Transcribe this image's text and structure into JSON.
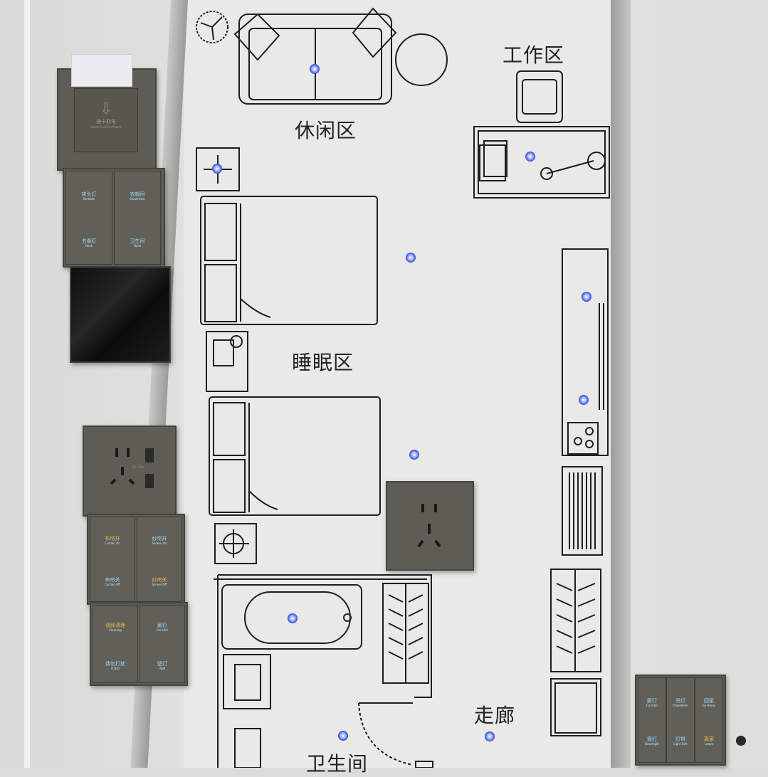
{
  "areas": {
    "leisure": "休闲区",
    "work": "工作区",
    "sleep": "睡眠区",
    "corridor": "走廊",
    "bathroom": "卫生间"
  },
  "card_switch": {
    "label": "插卡取电",
    "sub": "Insert Card For Power"
  },
  "panel_top_keys": [
    {
      "cn": "床头灯",
      "en": "Bedside"
    },
    {
      "cn": "衣帽间",
      "en": "Cloakroom"
    },
    {
      "cn": "书桌灯",
      "en": "Desk"
    },
    {
      "cn": "卫生间",
      "en": "Toilet"
    }
  ],
  "panel_mid_keys": [
    {
      "cn": "布帘开",
      "en": "Curtain On",
      "color": "orange"
    },
    {
      "cn": "纱帘开",
      "en": "Screen On",
      "color": "blue"
    },
    {
      "cn": "布帘关",
      "en": "Curtain Off",
      "color": "blue"
    },
    {
      "cn": "纱帘关",
      "en": "Screen Off",
      "color": "orange"
    },
    {
      "cn": "请即清理",
      "en": "Cleaning",
      "color": "orange"
    },
    {
      "cn": "廊灯",
      "en": "Corridor",
      "color": "blue"
    },
    {
      "cn": "请勿打扰",
      "en": "D.N.D",
      "color": "blue"
    },
    {
      "cn": "壁灯",
      "en": "Wall",
      "color": "blue"
    }
  ],
  "panel_right_keys": [
    {
      "cn": "廊灯",
      "en": "Corridor"
    },
    {
      "cn": "吊灯",
      "en": "Chandelier"
    },
    {
      "cn": "回家",
      "en": "Go Home"
    },
    {
      "cn": "筒灯",
      "en": "Downlight"
    },
    {
      "cn": "灯带",
      "en": "Light Belt"
    },
    {
      "cn": "离家",
      "en": "Leave"
    }
  ],
  "usb_label": "5V 2.1A",
  "colors": {
    "indicator_blue": "#3346d9",
    "indicator_orange": "#f2b45a",
    "panel": "#5d5d55"
  }
}
